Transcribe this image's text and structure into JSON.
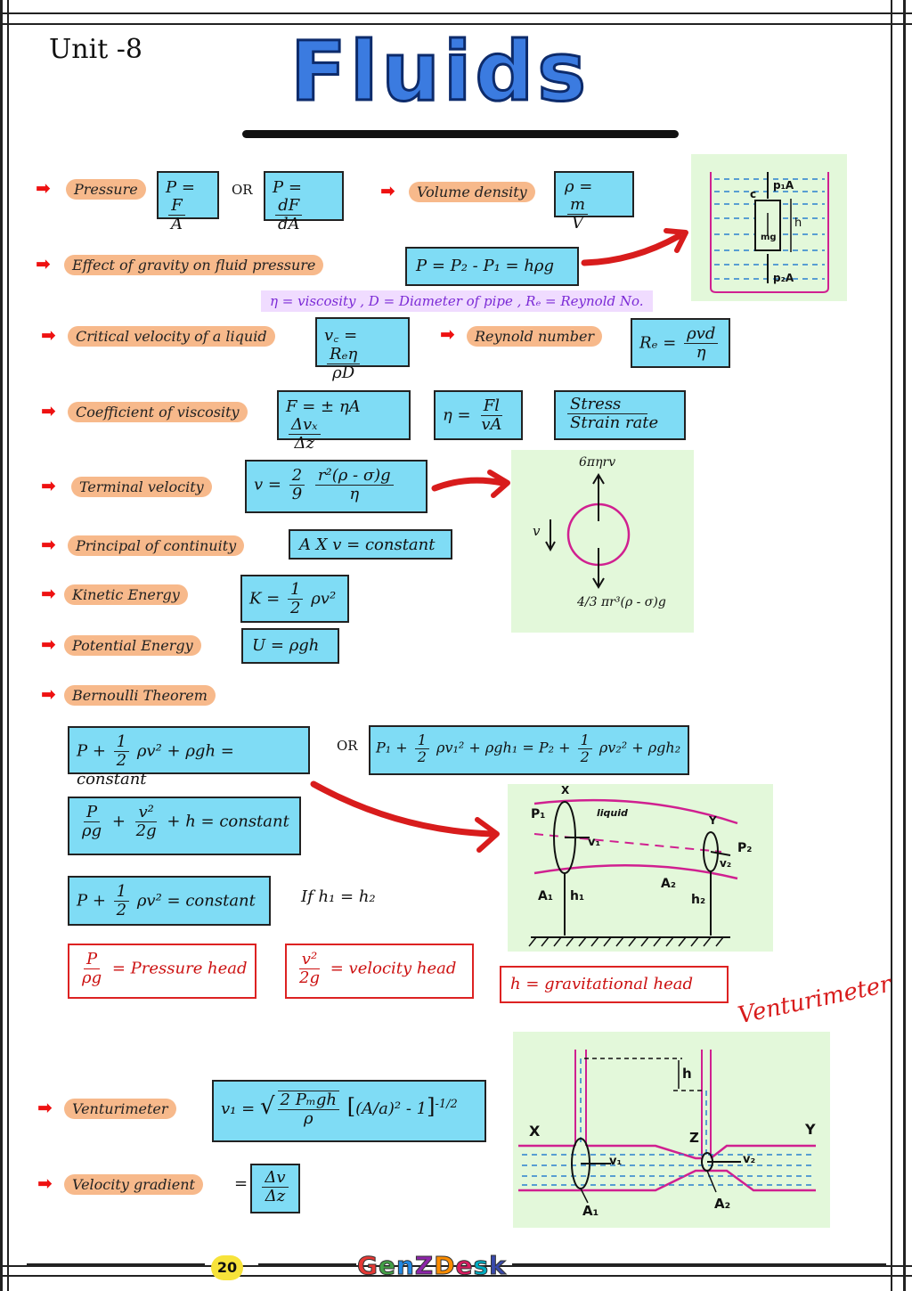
{
  "header": {
    "unit": "Unit -8",
    "title": "Fluids"
  },
  "topics": {
    "pressure": {
      "label": "Pressure",
      "f1_lhs": "P =",
      "f1_num": "F",
      "f1_den": "A",
      "or": "OR",
      "f2_lhs": "P =",
      "f2_num": "dF",
      "f2_den": "dA"
    },
    "volume_density": {
      "label": "Volume density",
      "lhs": "ρ =",
      "num": "m",
      "den": "V"
    },
    "gravity": {
      "label": "Effect of gravity on fluid pressure",
      "formula": "P = P₂ - P₁ = hρg"
    },
    "note": "η = viscosity , D = Diameter of pipe , Rₑ = Reynold No.",
    "critical": {
      "label": "Critical velocity of a liquid",
      "lhs": "v꜀ =",
      "num": "Rₑη",
      "den": "ρD"
    },
    "reynold": {
      "label": "Reynold number",
      "lhs": "Rₑ =",
      "num": "ρvd",
      "den": "η"
    },
    "viscosity": {
      "label": "Coefficient of viscosity",
      "f1_lhs": "F = ± ηA",
      "f1_num": "Δvₓ",
      "f1_den": "Δz",
      "f2_lhs": "η =",
      "f2_num": "Fl",
      "f2_den": "vA",
      "f3_num": "Stress",
      "f3_den": "Strain rate"
    },
    "terminal": {
      "label": "Terminal velocity",
      "lhs": "v =",
      "c_num": "2",
      "c_den": "9",
      "num": "r²(ρ - σ)g",
      "den": "η"
    },
    "continuity": {
      "label": "Principal of continuity",
      "formula": "A X v = constant"
    },
    "kinetic": {
      "label": "Kinetic Energy",
      "lhs": "K =",
      "c_num": "1",
      "c_den": "2",
      "rhs": "ρv²"
    },
    "potential": {
      "label": "Potential Energy",
      "formula": "U = ρgh"
    },
    "bernoulli": {
      "label": "Bernoulli Theorem",
      "b1_a": "P +",
      "b1_num": "1",
      "b1_den": "2",
      "b1_b": "ρv² + ρgh = constant",
      "or": "OR",
      "b2_a": "P₁ +",
      "b2_num": "1",
      "b2_den": "2",
      "b2_b": "ρv₁² + ρgh₁ = P₂ +",
      "b2_num2": "1",
      "b2_den2": "2",
      "b2_c": "ρv₂² + ρgh₂",
      "b3_num": "P",
      "b3_den": "ρg",
      "b3_plus": "+",
      "b3_num2": "v²",
      "b3_den2": "2g",
      "b3_rest": "+ h = constant",
      "b4_a": "P +",
      "b4_num": "1",
      "b4_den": "2",
      "b4_b": "ρv² = constant",
      "if": "If h₁ = h₂",
      "head1_num": "P",
      "head1_den": "ρg",
      "head1_text": "= Pressure head",
      "head2_num": "v²",
      "head2_den": "2g",
      "head2_text": "= velocity head",
      "head3": "h = gravitational head"
    },
    "venturi": {
      "label": "Venturimeter",
      "lhs": "v₁ =",
      "num": "2 Pₘgh",
      "den": "ρ",
      "bracket": "(A/a)² - 1",
      "exp": "-1/2",
      "script_title": "Venturimeter"
    },
    "gradient": {
      "label": "Velocity gradient",
      "eq": "=",
      "num": "Δv",
      "den": "Δz"
    }
  },
  "diagram_cylinder": {
    "p1a": "p₁A",
    "p2a": "p₂A",
    "mg": "mg",
    "h": "h",
    "c": "c"
  },
  "diagram_sphere": {
    "top": "6πηrv",
    "v": "v",
    "bottom": "4/3 πr³(ρ - σ)g"
  },
  "diagram_bernoulli": {
    "x": "X",
    "y": "Y",
    "p1": "P₁",
    "p2": "P₂",
    "v1": "v₁",
    "v2": "v₂",
    "a1": "A₁",
    "a2": "A₂",
    "h1": "h₁",
    "h2": "h₂",
    "liquid": "liquid"
  },
  "diagram_venturi": {
    "x": "X",
    "y": "Y",
    "z": "Z",
    "h": "h",
    "v1": "v₁",
    "v2": "v₂",
    "a1": "A₁",
    "a2": "A₂"
  },
  "footer": {
    "page": "20",
    "brand": "GenZDesk"
  },
  "colors": {
    "box": "#7fdcf5",
    "highlight": "#f7b98b",
    "arrow": "#d81c1c",
    "title": "#3b7be0",
    "diagram_bg": "#e3f8da"
  }
}
